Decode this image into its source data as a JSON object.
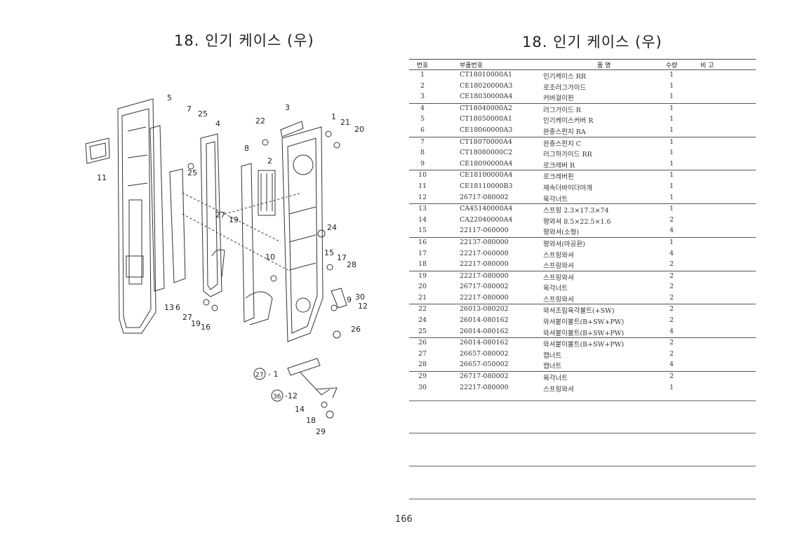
{
  "page": {
    "left_title": "18. 인기 케이스 (우)",
    "right_title": "18. 인기 케이스 (우)",
    "page_number": "166"
  },
  "diagram_labels": {
    "n5": "5",
    "n7": "7",
    "n25a": "25",
    "n4": "4",
    "n3": "3",
    "n22": "22",
    "n1": "1",
    "n21": "21",
    "n20": "20",
    "n11": "11",
    "n8": "8",
    "n2": "2",
    "n25b": "25",
    "n27a": "27",
    "n19a": "19",
    "n24": "24",
    "n15": "15",
    "n17": "17",
    "n10": "10",
    "n28": "28",
    "n9": "9",
    "n30": "30",
    "n12a": "12",
    "n13": "13",
    "n6": "6",
    "n27b": "27",
    "n19b": "19",
    "n16": "16",
    "n26": "26",
    "c27": "27",
    "dash1": "- 1",
    "c36": "36",
    "dash12": "-12",
    "n14": "14",
    "n18": "18",
    "n29": "29"
  },
  "table": {
    "headers": {
      "no": "번호",
      "part": "부품번호",
      "name": "품      명",
      "qty": "수량",
      "remark": "비   고"
    },
    "rows": [
      {
        "no": "1",
        "part": "CT18010000A1",
        "name": "인기케이스 RR",
        "qty": "1",
        "remark": ""
      },
      {
        "no": "2",
        "part": "CE18020000A3",
        "name": "로조러그가이드",
        "qty": "1",
        "remark": ""
      },
      {
        "no": "3",
        "part": "CE18030000A4",
        "name": "커버걸이핀",
        "qty": "1",
        "remark": ""
      },
      {
        "no": "4",
        "part": "CT18040000A2",
        "name": "러그가이드 R",
        "qty": "1",
        "remark": ""
      },
      {
        "no": "5",
        "part": "CT18050000A1",
        "name": "인기케이스커버 R",
        "qty": "1",
        "remark": ""
      },
      {
        "no": "6",
        "part": "CE18060000A3",
        "name": "완충스펀지 RA",
        "qty": "1",
        "remark": ""
      },
      {
        "no": "7",
        "part": "CT18070000A4",
        "name": "완충스펀지 C",
        "qty": "1",
        "remark": ""
      },
      {
        "no": "8",
        "part": "CT18080000C2",
        "name": "러그하가이드 RR",
        "qty": "1",
        "remark": ""
      },
      {
        "no": "9",
        "part": "CE18090000A4",
        "name": "로크레버 R",
        "qty": "1",
        "remark": ""
      },
      {
        "no": "10",
        "part": "CE18100000A4",
        "name": "로크레버핀",
        "qty": "1",
        "remark": ""
      },
      {
        "no": "11",
        "part": "CE18110000B3",
        "name": "재속더바이더마개",
        "qty": "1",
        "remark": ""
      },
      {
        "no": "12",
        "part": "26717-080002",
        "name": "육각너트",
        "qty": "1",
        "remark": ""
      },
      {
        "no": "13",
        "part": "CA45140000A4",
        "name": "스프링 2.3×17.3×74",
        "qty": "1",
        "remark": ""
      },
      {
        "no": "14",
        "part": "CA22040000A4",
        "name": "평와셔 8.5×22.5×1.6",
        "qty": "2",
        "remark": ""
      },
      {
        "no": "15",
        "part": "22117-060000",
        "name": "평와셔(소형)",
        "qty": "4",
        "remark": ""
      },
      {
        "no": "16",
        "part": "22137-080000",
        "name": "평와셔(마공환)",
        "qty": "1",
        "remark": ""
      },
      {
        "no": "17",
        "part": "22217-060000",
        "name": "스프링와셔",
        "qty": "4",
        "remark": ""
      },
      {
        "no": "18",
        "part": "22217-080000",
        "name": "스프링와셔",
        "qty": "2",
        "remark": ""
      },
      {
        "no": "19",
        "part": "22217-080000",
        "name": "스프링와셔",
        "qty": "2",
        "remark": ""
      },
      {
        "no": "20",
        "part": "26717-080002",
        "name": "육각너트",
        "qty": "2",
        "remark": ""
      },
      {
        "no": "21",
        "part": "22217-080000",
        "name": "스프링와셔",
        "qty": "2",
        "remark": ""
      },
      {
        "no": "22",
        "part": "26013-080202",
        "name": "와셔조립육각볼트(+SW)",
        "qty": "2",
        "remark": ""
      },
      {
        "no": "24",
        "part": "26014-080162",
        "name": "와셔붙이볼트(B+SW+PW)",
        "qty": "2",
        "remark": ""
      },
      {
        "no": "25",
        "part": "26014-080162",
        "name": "와셔붙이볼트(B+SW+PW)",
        "qty": "4",
        "remark": ""
      },
      {
        "no": "26",
        "part": "26014-080162",
        "name": "와셔붙이볼트(B+SW+PW)",
        "qty": "2",
        "remark": ""
      },
      {
        "no": "27",
        "part": "26657-080002",
        "name": "캡너트",
        "qty": "2",
        "remark": ""
      },
      {
        "no": "28",
        "part": "26657-050002",
        "name": "캡너트",
        "qty": "4",
        "remark": ""
      },
      {
        "no": "29",
        "part": "26717-080002",
        "name": "육각너트",
        "qty": "2",
        "remark": ""
      },
      {
        "no": "30",
        "part": "22217-080000",
        "name": "스프링와셔",
        "qty": "1",
        "remark": ""
      }
    ]
  }
}
